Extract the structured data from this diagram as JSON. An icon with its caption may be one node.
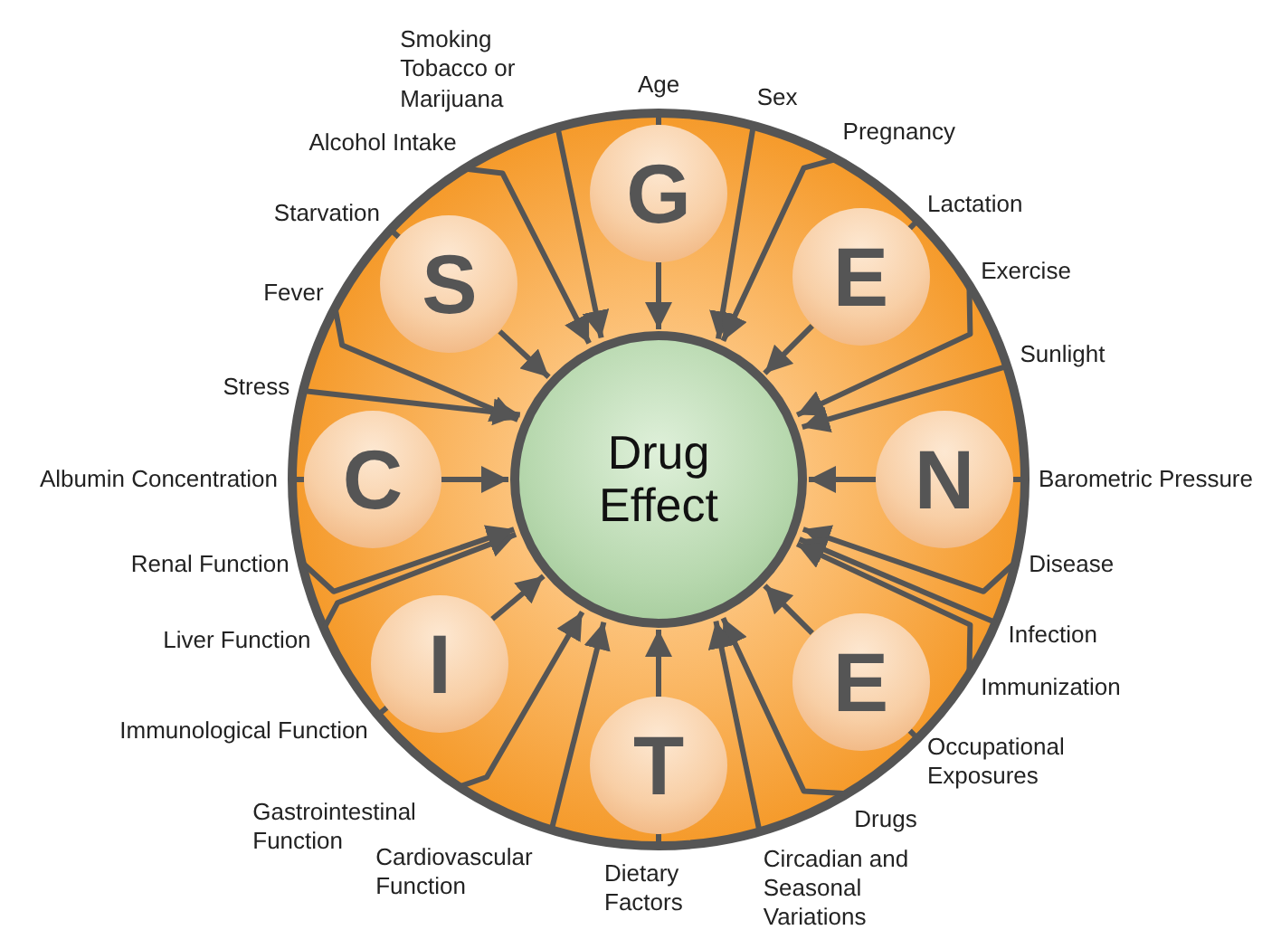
{
  "diagram": {
    "nodes": [
      {
        "text": [
          "Drug Effect"
        ]
      },
      {
        "text": [
          "G"
        ]
      },
      {
        "text": [
          "E"
        ]
      },
      {
        "text": [
          "N"
        ]
      },
      {
        "text": [
          "E"
        ]
      },
      {
        "text": [
          "T"
        ]
      },
      {
        "text": [
          "I"
        ]
      },
      {
        "text": [
          "C"
        ]
      },
      {
        "text": [
          "S"
        ]
      },
      {
        "text": [
          "Age"
        ]
      },
      {
        "text": [
          "Sex"
        ]
      },
      {
        "text": [
          "Pregnancy"
        ]
      },
      {
        "text": [
          "Lactation"
        ]
      },
      {
        "text": [
          "Exercise"
        ]
      },
      {
        "text": [
          "Sunlight"
        ]
      },
      {
        "text": [
          "Barometric Pressure"
        ]
      },
      {
        "text": [
          "Disease"
        ]
      },
      {
        "text": [
          "Infection"
        ]
      },
      {
        "text": [
          "Immunization"
        ]
      },
      {
        "text": [
          "Occupational Exposures"
        ]
      },
      {
        "text": [
          "Drugs"
        ]
      },
      {
        "text": [
          "Circadian and Seasonal Variations"
        ]
      },
      {
        "text": [
          "Dietary Factors"
        ]
      },
      {
        "text": [
          "Cardiovascular Function"
        ]
      },
      {
        "text": [
          "Gastrointestinal Function"
        ]
      },
      {
        "text": [
          "Immunological Function"
        ]
      },
      {
        "text": [
          "Liver Function"
        ]
      },
      {
        "text": [
          "Renal Function"
        ]
      },
      {
        "text": [
          "Albumin Concentration"
        ]
      },
      {
        "text": [
          "Stress"
        ]
      },
      {
        "text": [
          "Fever"
        ]
      },
      {
        "text": [
          "Starvation"
        ]
      },
      {
        "text": [
          "Alcohol Intake"
        ]
      },
      {
        "text": [
          "Smoking Tobacco or Marijuana"
        ]
      }
    ],
    "edges": [
      {
        "from": 1,
        "to": 0,
        "arrow": "to"
      },
      {
        "from": 2,
        "to": 0,
        "arrow": "to"
      },
      {
        "from": 3,
        "to": 0,
        "arrow": "to"
      },
      {
        "from": 4,
        "to": 0,
        "arrow": "to"
      },
      {
        "from": 5,
        "to": 0,
        "arrow": "to"
      },
      {
        "from": 6,
        "to": 0,
        "arrow": "to"
      },
      {
        "from": 7,
        "to": 0,
        "arrow": "to"
      },
      {
        "from": 8,
        "to": 0,
        "arrow": "to"
      },
      {
        "from": 9,
        "to": 1,
        "arrow": "none"
      },
      {
        "from": 10,
        "to": 0,
        "arrow": "to"
      },
      {
        "from": 11,
        "to": 0,
        "arrow": "to"
      },
      {
        "from": 12,
        "to": 2,
        "arrow": "none"
      },
      {
        "from": 13,
        "to": 0,
        "arrow": "to"
      },
      {
        "from": 14,
        "to": 0,
        "arrow": "to"
      },
      {
        "from": 15,
        "to": 3,
        "arrow": "none"
      },
      {
        "from": 16,
        "to": 0,
        "arrow": "to"
      },
      {
        "from": 17,
        "to": 0,
        "arrow": "to"
      },
      {
        "from": 18,
        "to": 0,
        "arrow": "to"
      },
      {
        "from": 19,
        "to": 4,
        "arrow": "none"
      },
      {
        "from": 20,
        "to": 0,
        "arrow": "to"
      },
      {
        "from": 21,
        "to": 0,
        "arrow": "to"
      },
      {
        "from": 22,
        "to": 5,
        "arrow": "none"
      },
      {
        "from": 23,
        "to": 0,
        "arrow": "to"
      },
      {
        "from": 24,
        "to": 0,
        "arrow": "to"
      },
      {
        "from": 25,
        "to": 6,
        "arrow": "none"
      },
      {
        "from": 26,
        "to": 0,
        "arrow": "to"
      },
      {
        "from": 27,
        "to": 0,
        "arrow": "to"
      },
      {
        "from": 28,
        "to": 7,
        "arrow": "none"
      },
      {
        "from": 29,
        "to": 0,
        "arrow": "to"
      },
      {
        "from": 30,
        "to": 0,
        "arrow": "to"
      },
      {
        "from": 31,
        "to": 8,
        "arrow": "none"
      },
      {
        "from": 32,
        "to": 0,
        "arrow": "to"
      },
      {
        "from": 33,
        "to": 0,
        "arrow": "to"
      }
    ]
  }
}
